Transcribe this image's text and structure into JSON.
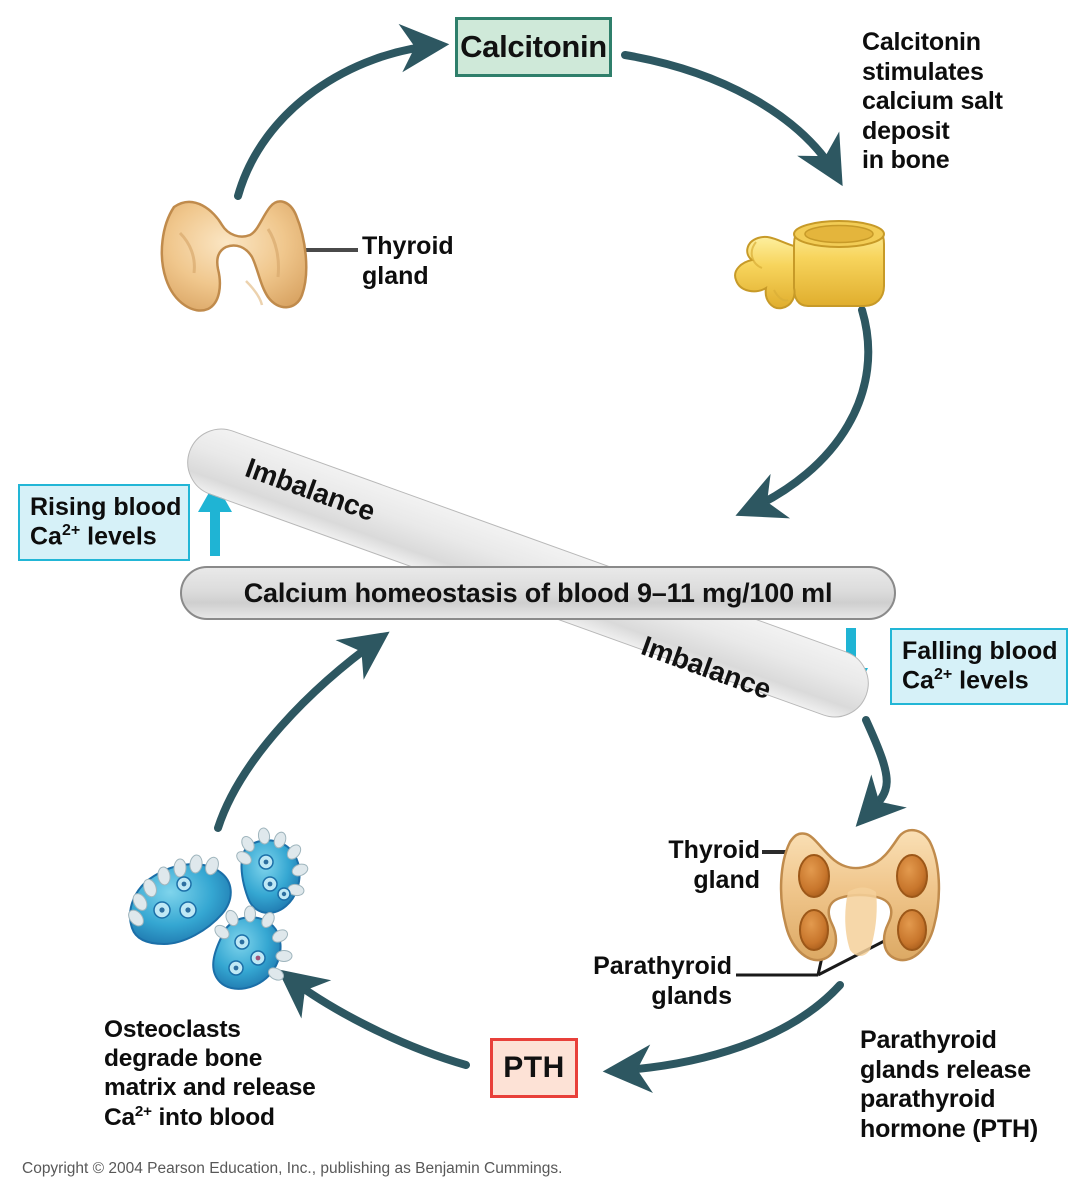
{
  "diagram": {
    "title": "Calcium homeostasis regulation by calcitonin and parathyroid hormone",
    "colors": {
      "arrow": "#2d5761",
      "calcitonin_box_fill": "#cfe9d9",
      "calcitonin_box_border": "#2f7f6b",
      "pth_box_fill": "#fde2d6",
      "pth_box_border": "#e8403a",
      "ca_box_fill": "#d6f1f8",
      "ca_box_border": "#22b6d6",
      "pill_fill": "#dcdcdc",
      "pill_border": "#8a8a8a",
      "gland_fill": "#efc489",
      "bone_fill": "#f5cf5a",
      "osteoclast_fill": "#2f9fcf"
    }
  },
  "nodes": {
    "calcitonin": {
      "label": "Calcitonin"
    },
    "pth": {
      "label": "PTH"
    },
    "homeostasis": {
      "label": "Calcium homeostasis of blood 9–11 mg/100 ml"
    },
    "imbalance_upper": {
      "label": "Imbalance"
    },
    "imbalance_lower": {
      "label": "Imbalance"
    }
  },
  "callouts": {
    "calcitonin_effect": {
      "lines": [
        "Calcitonin",
        "stimulates",
        "calcium salt",
        "deposit",
        "in bone"
      ]
    },
    "rising_ca": {
      "line1": "Rising blood",
      "line2_pre": "Ca",
      "line2_sup": "2+",
      "line2_post": " levels"
    },
    "falling_ca": {
      "line1": "Falling blood",
      "line2_pre": "Ca",
      "line2_sup": "2+",
      "line2_post": " levels"
    },
    "osteoclast_effect": {
      "line1": "Osteoclasts",
      "line2": "degrade bone",
      "line3": "matrix and release",
      "line4_pre": "Ca",
      "line4_sup": "2+",
      "line4_post": " into blood"
    },
    "pth_release": {
      "lines": [
        "Parathyroid",
        "glands release",
        "parathyroid",
        "hormone (PTH)"
      ]
    }
  },
  "labels": {
    "thyroid_top": {
      "line1": "Thyroid",
      "line2": "gland"
    },
    "thyroid_bottom": {
      "line1": "Thyroid",
      "line2": "gland"
    },
    "parathyroid": {
      "line1": "Parathyroid",
      "line2": "glands"
    }
  },
  "illustrations": {
    "thyroid_gland_anterior": "thyroid-gland-illustration",
    "vertebra_bone": "bone-vertebra-illustration",
    "thyroid_gland_posterior": "thyroid-parathyroid-illustration",
    "osteoclasts": "osteoclast-cells-illustration"
  },
  "footer": {
    "copyright": "Copyright © 2004 Pearson Education, Inc., publishing as Benjamin Cummings."
  }
}
